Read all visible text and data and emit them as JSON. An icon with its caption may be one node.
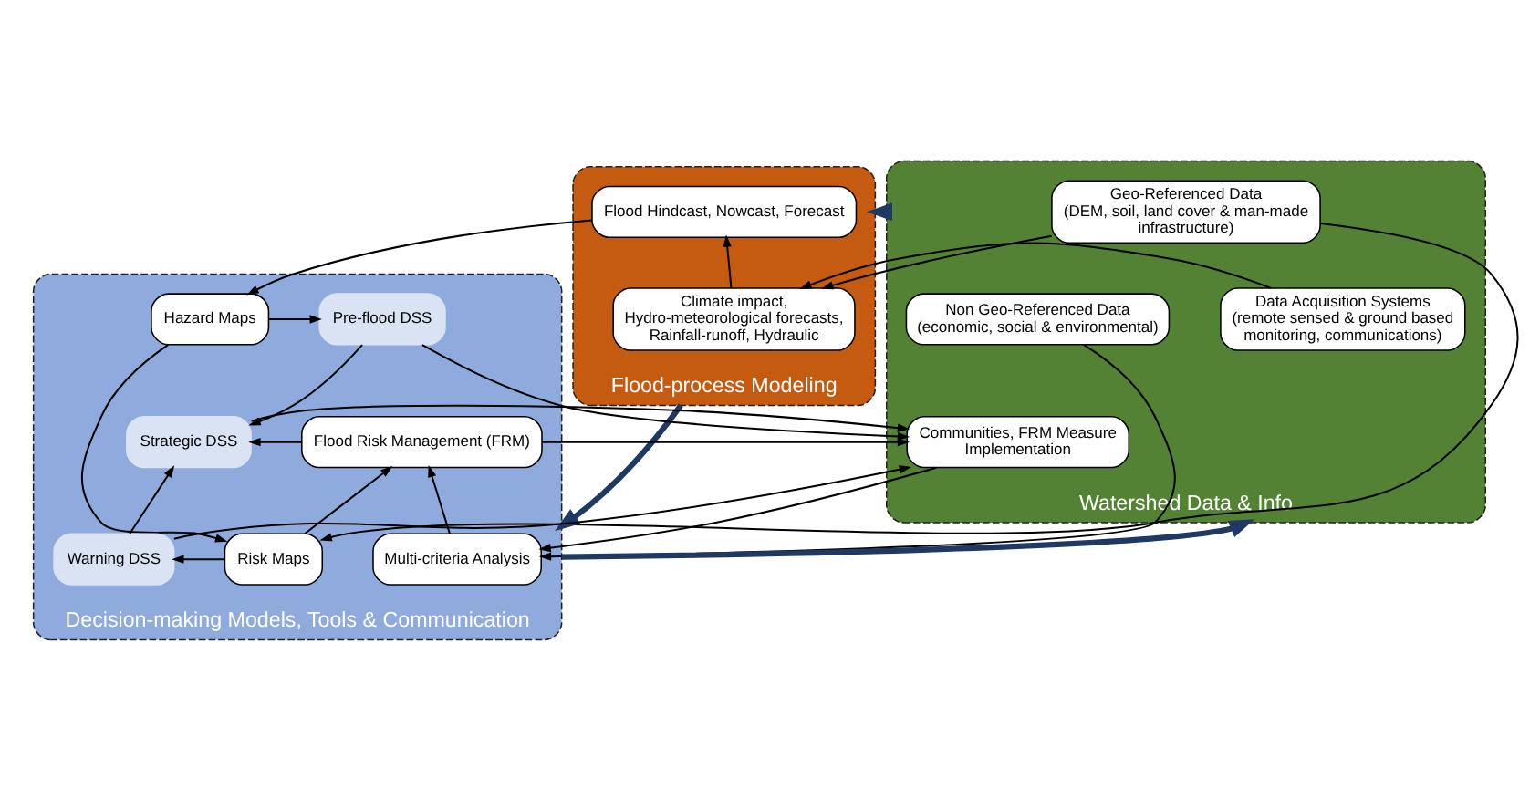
{
  "diagram": {
    "nodes": [
      {
        "text": [
          "Watershed Data & Info"
        ]
      },
      {
        "text": [
          "Data Acquisition Systems",
          "(remote sensed & ground based monitoring, communications)"
        ],
        "in": 0
      },
      {
        "text": [
          "Geo-Referenced Data",
          "(DEM, soil, land cover & man-made infrastructure)"
        ],
        "in": 0
      },
      {
        "text": [
          "Non Geo-Referenced Data",
          "(economic, social & environmental)"
        ],
        "in": 0
      },
      {
        "text": [
          "Communities, FRM Measure Implementation"
        ],
        "in": 0
      },
      {
        "text": [
          "Flood-process Modeling"
        ]
      },
      {
        "text": [
          "Climate impact, Hydro-meteorological forecasts, Rainfall-runoff, Hydraulic"
        ],
        "in": 5
      },
      {
        "text": [
          "Flood Hindcast, Nowcast, Forecast"
        ],
        "in": 5
      },
      {
        "text": [
          "Decision-making Models, Tools & Communication"
        ]
      },
      {
        "text": [
          "Hazard Maps"
        ],
        "in": 8
      },
      {
        "text": [
          "Pre-flood DSS"
        ],
        "in": 8
      },
      {
        "text": [
          "Multi-criteria Analysis"
        ],
        "in": 8
      },
      {
        "text": [
          "Risk Maps"
        ],
        "in": 8
      },
      {
        "text": [
          "Warning DSS"
        ],
        "in": 8
      },
      {
        "text": [
          "Flood Risk Management (FRM)"
        ],
        "in": 8
      },
      {
        "text": [
          "Strategic DSS"
        ],
        "in": 8
      }
    ],
    "edges": [
      {
        "from": 0,
        "to": 5,
        "arrow": "to",
        "style": "thick",
        "color": "#1f3864"
      },
      {
        "from": 5,
        "to": 8,
        "arrow": "to",
        "style": "thick",
        "color": "#1f3864"
      },
      {
        "from": 8,
        "to": 0,
        "arrow": "to",
        "style": "thick",
        "color": "#1f3864"
      },
      {
        "from": 1,
        "to": 6,
        "arrow": "to"
      },
      {
        "from": 2,
        "to": 6,
        "arrow": "to"
      },
      {
        "from": 2,
        "to": 12,
        "arrow": "to"
      },
      {
        "from": 3,
        "to": 11,
        "arrow": "to"
      },
      {
        "from": 4,
        "to": 11,
        "arrow": "to"
      },
      {
        "from": 6,
        "to": 7,
        "arrow": "to"
      },
      {
        "from": 7,
        "to": 9,
        "arrow": "to"
      },
      {
        "from": 9,
        "to": 10,
        "arrow": "to"
      },
      {
        "from": 9,
        "to": 12,
        "arrow": "to"
      },
      {
        "from": 12,
        "to": 13,
        "arrow": "to"
      },
      {
        "from": 11,
        "to": 14,
        "arrow": "to"
      },
      {
        "from": 12,
        "to": 14,
        "arrow": "to"
      },
      {
        "from": 14,
        "to": 15,
        "arrow": "to"
      },
      {
        "from": 14,
        "to": 4,
        "arrow": "to"
      },
      {
        "from": 10,
        "to": 4,
        "arrow": "to"
      },
      {
        "from": 13,
        "to": 4,
        "arrow": "to"
      },
      {
        "from": 15,
        "to": 4,
        "arrow": "to"
      },
      {
        "from": 10,
        "to": 15,
        "arrow": "to"
      },
      {
        "from": 13,
        "to": 15,
        "arrow": "to"
      }
    ]
  }
}
